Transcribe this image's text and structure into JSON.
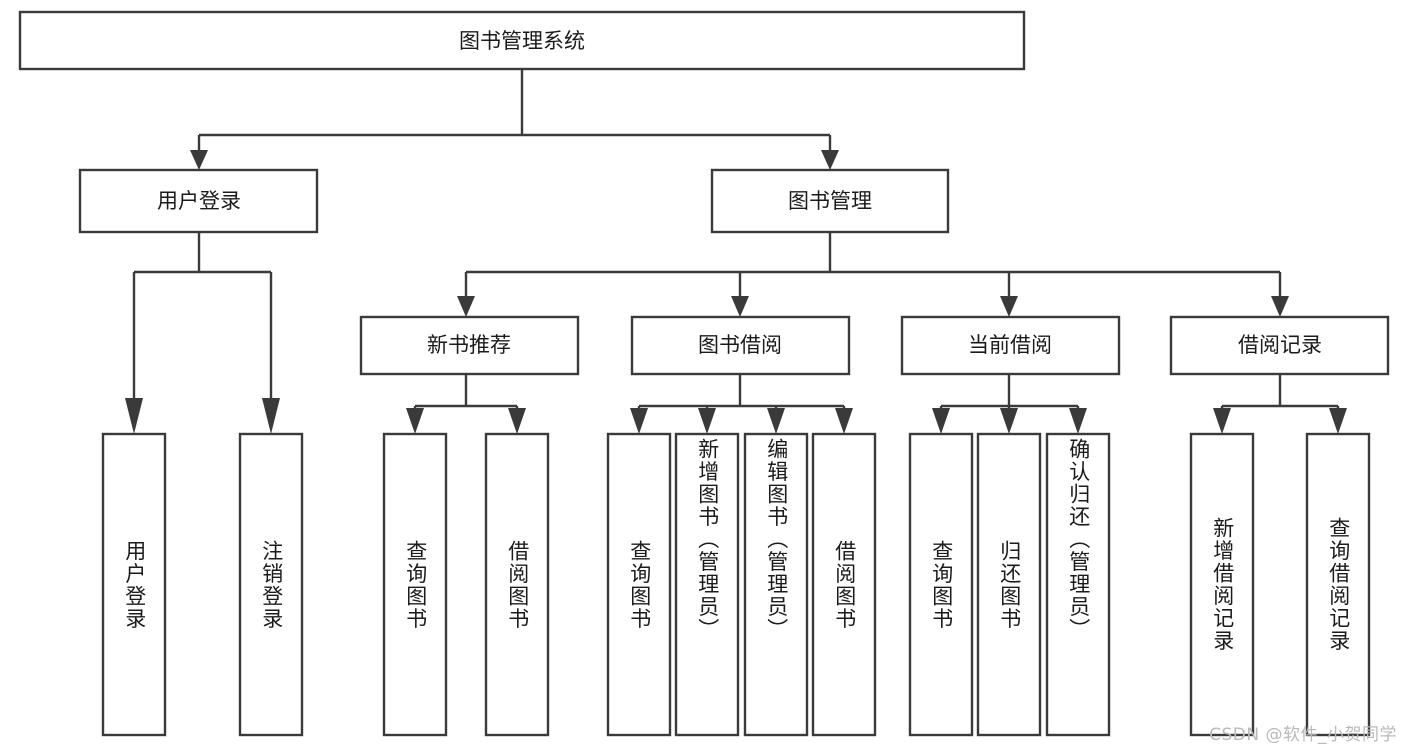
{
  "diagram": {
    "type": "tree",
    "title": "图书管理系统",
    "orientation": "top-down",
    "watermark": "CSDN @软件_小贺同学",
    "colors": {
      "box_stroke": "#3a3a3a",
      "box_fill": "#ffffff",
      "text": "#1b1b1b",
      "connector": "#3a3a3a",
      "background": "#ffffff",
      "watermark": "#b9b9b9"
    },
    "root": {
      "id": "root",
      "label": "图书管理系统",
      "level": 1
    },
    "level2": [
      {
        "id": "user-login",
        "label": "用户登录",
        "level": 2
      },
      {
        "id": "book-management",
        "label": "图书管理",
        "level": 2
      }
    ],
    "level3": [
      {
        "id": "new-book-recommend",
        "label": "新书推荐",
        "level": 3,
        "parent": "book-management"
      },
      {
        "id": "book-borrow",
        "label": "图书借阅",
        "level": 3,
        "parent": "book-management"
      },
      {
        "id": "current-borrow",
        "label": "当前借阅",
        "level": 3,
        "parent": "book-management"
      },
      {
        "id": "borrow-record",
        "label": "借阅记录",
        "level": 3,
        "parent": "book-management"
      }
    ],
    "leaves": [
      {
        "id": "leaf-user-login",
        "label": "用户登录",
        "parent": "user-login"
      },
      {
        "id": "leaf-logout-login",
        "label": "注销登录",
        "parent": "user-login"
      },
      {
        "id": "leaf-query-book-1",
        "label": "查询图书",
        "parent": "new-book-recommend"
      },
      {
        "id": "leaf-borrow-book-1",
        "label": "借阅图书",
        "parent": "new-book-recommend"
      },
      {
        "id": "leaf-query-book-2",
        "label": "查询图书",
        "parent": "book-borrow"
      },
      {
        "id": "leaf-add-book",
        "label": "新增图书（管理员）",
        "parent": "book-borrow"
      },
      {
        "id": "leaf-edit-book",
        "label": "编辑图书（管理员）",
        "parent": "book-borrow"
      },
      {
        "id": "leaf-borrow-book-2",
        "label": "借阅图书",
        "parent": "book-borrow"
      },
      {
        "id": "leaf-query-book-3",
        "label": "查询图书",
        "parent": "current-borrow"
      },
      {
        "id": "leaf-return-book",
        "label": "归还图书",
        "parent": "current-borrow"
      },
      {
        "id": "leaf-confirm-return",
        "label": "确认归还（管理员）",
        "parent": "current-borrow"
      },
      {
        "id": "leaf-add-record",
        "label": "新增借阅记录",
        "parent": "borrow-record"
      },
      {
        "id": "leaf-query-record",
        "label": "查询借阅记录",
        "parent": "borrow-record"
      }
    ]
  }
}
